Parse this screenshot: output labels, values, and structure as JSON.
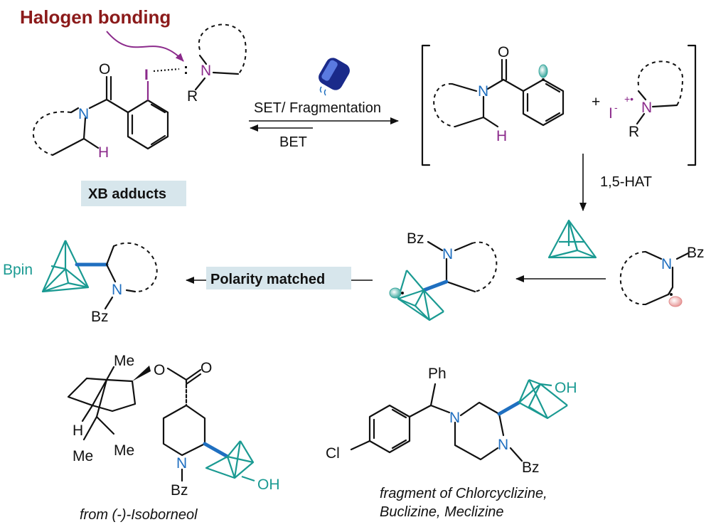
{
  "title": "Halogen bonding",
  "labels": {
    "xb_adducts": "XB adducts",
    "set_fragmentation": "SET/ Fragmentation",
    "bet": "BET",
    "hat": "1,5-HAT",
    "polarity_matched": "Polarity matched",
    "from_isoborneol": "from (-)-Isoborneol",
    "fragment_line1": "fragment of Chlorcyclizine,",
    "fragment_line2": "Buclizine, Meclizine"
  },
  "atoms": {
    "O": "O",
    "N": "N",
    "H": "H",
    "I": "I",
    "R": "R",
    "Bz": "Bz",
    "Bpin": "Bpin",
    "Me": "Me",
    "OH": "OH",
    "Ph": "Ph",
    "Cl": "Cl",
    "I_minus": "I",
    "minus": "-",
    "radical_cation": "+•",
    "plus": "+"
  },
  "colors": {
    "title": "#8b1a1a",
    "iodine": "#8b2a8b",
    "nitrogen": "#1f6fc0",
    "hydrogen": "#8b2a8b",
    "teal": "#1a9a92",
    "new_bond": "#1f6fc0",
    "label_box": "#d7e6ec",
    "curved_arrow": "#8b2a8b"
  }
}
